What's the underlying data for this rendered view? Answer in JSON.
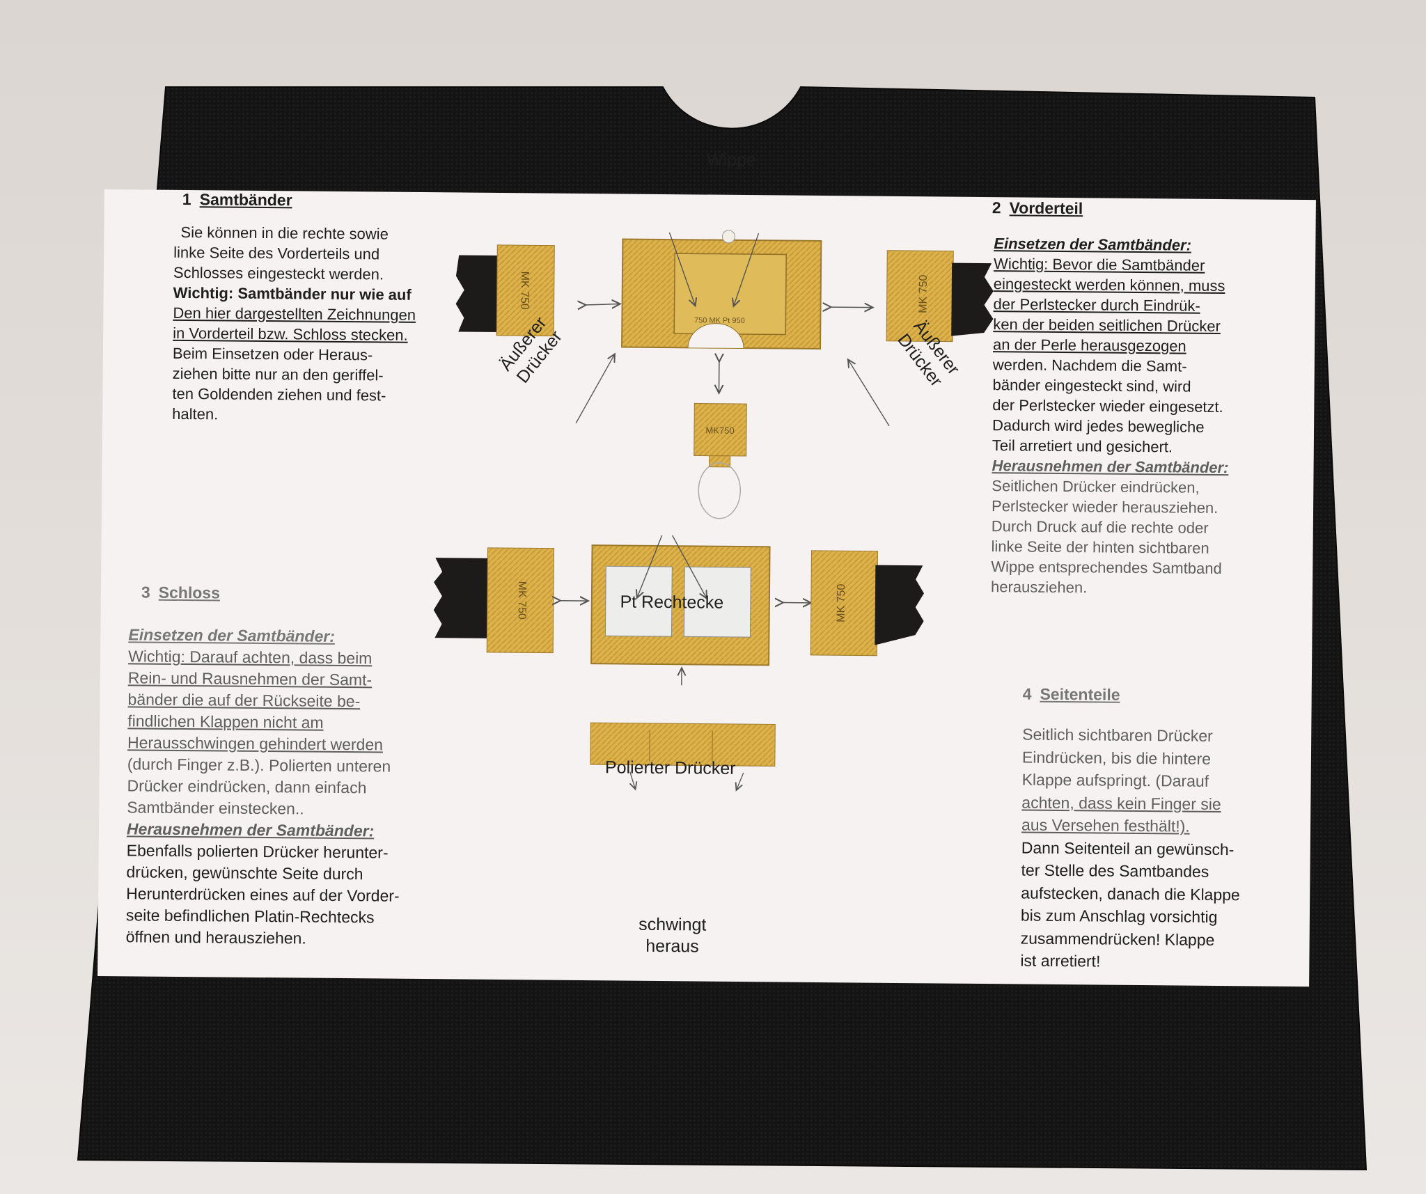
{
  "section1": {
    "number": "1",
    "title": "Samtbänder",
    "lines": [
      "Sie können in die rechte sowie",
      "linke Seite des Vorderteils und",
      "Schlosses eingesteckt werden.",
      "Wichtig: Samtbänder nur wie auf",
      "Den hier dargestellten Zeichnungen",
      "in Vorderteil bzw. Schloss stecken.",
      "Beim Einsetzen oder Heraus-",
      "ziehen bitte nur an den geriffel-",
      "ten Goldenden ziehen und fest-",
      "halten."
    ]
  },
  "section2": {
    "number": "2",
    "title": "Vorderteil",
    "subtitle1": "Einsetzen der Samtbänder:",
    "lines1": [
      "Wichtig: Bevor die Samtbänder",
      "eingesteckt werden können, muss",
      "der Perlstecker durch Eindrük-",
      "ken der beiden seitlichen Drücker",
      "an der Perle herausgezogen",
      "werden. Nachdem die Samt-",
      "bänder eingesteckt sind, wird",
      "der Perlstecker wieder eingesetzt.",
      "Dadurch wird jedes bewegliche",
      "Teil arretiert und gesichert."
    ],
    "subtitle2": "Herausnehmen der Samtbänder:",
    "lines2": [
      "Seitlichen Drücker eindrücken,",
      "Perlstecker wieder herausziehen.",
      "Durch Druck auf die rechte oder",
      "linke Seite der hinten sichtbaren",
      "Wippe entsprechendes Samtband",
      "herausziehen."
    ]
  },
  "section3": {
    "number": "3",
    "title": "Schloss",
    "subtitle1": "Einsetzen der Samtbänder:",
    "lines1": [
      "Wichtig: Darauf achten, dass beim",
      "Rein- und Rausnehmen der Samt-",
      "bänder die auf der Rückseite be-",
      "findlichen Klappen nicht am",
      "Herausschwingen gehindert werden",
      "(durch Finger z.B.). Polierten unteren",
      "Drücker eindrücken, dann einfach",
      "Samtbänder einstecken.."
    ],
    "subtitle2": "Herausnehmen der Samtbänder:",
    "lines2": [
      "Ebenfalls polierten Drücker herunter-",
      "drücken, gewünschte Seite durch",
      "Herunterdrücken eines auf der Vorder-",
      "seite befindlichen Platin-Rechtecks",
      "öffnen und herausziehen."
    ]
  },
  "section4": {
    "number": "4",
    "title": "Seitenteile",
    "lines": [
      "Seitlich sichtbaren Drücker",
      "Eindrücken, bis die hintere",
      "Klappe aufspringt. (Darauf",
      "achten, dass kein Finger sie",
      "aus Versehen festhält!).",
      "Dann Seitenteil an gewünsch-",
      "ter Stelle des Samtbandes",
      "aufstecken, danach die Klappe",
      "bis zum Anschlag vorsichtig",
      "zusammendrücken! Klappe",
      "ist arretiert!"
    ]
  },
  "labels": {
    "wippe": "Wippe",
    "outer_left_1": "Äußerer",
    "outer_left_2": "Drücker",
    "outer_right_1": "Äußerer",
    "outer_right_2": "Drücker",
    "pt_rechtecke": "Pt  Rechtecke",
    "polierter": "Polierter Drücker",
    "schwingt_1": "schwingt",
    "schwingt_2": "heraus",
    "mk750": "MK 750",
    "mk750_compact": "MK750",
    "front_stamp": "750 MK Pt 950"
  },
  "colors": {
    "folder": "#121212",
    "paper": "#f6f2f2",
    "gold": "#d9b14a",
    "gold_dark": "#b88b2c",
    "velvet": "#1c1a18"
  }
}
